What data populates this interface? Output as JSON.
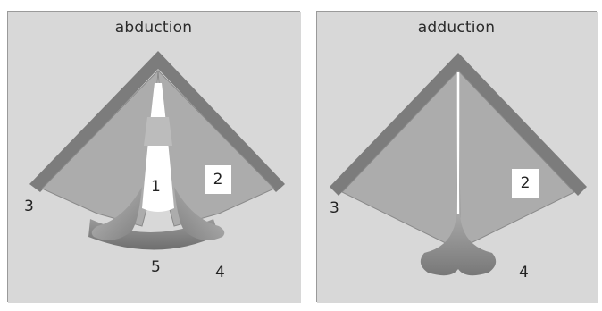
{
  "panels": [
    {
      "title": "abduction",
      "labels": {
        "one": "1",
        "two": "2",
        "three": "3",
        "four": "4",
        "five": "5"
      }
    },
    {
      "title": "adduction",
      "labels": {
        "two": "2",
        "three": "3",
        "four": "4"
      }
    }
  ],
  "colors": {
    "background": "#d8d8d8",
    "cartilage": "#acacac",
    "frame": "#7c7c7c",
    "arytenoid_dark": "#7e7e7e",
    "arytenoid_light": "#bdbdbd"
  }
}
